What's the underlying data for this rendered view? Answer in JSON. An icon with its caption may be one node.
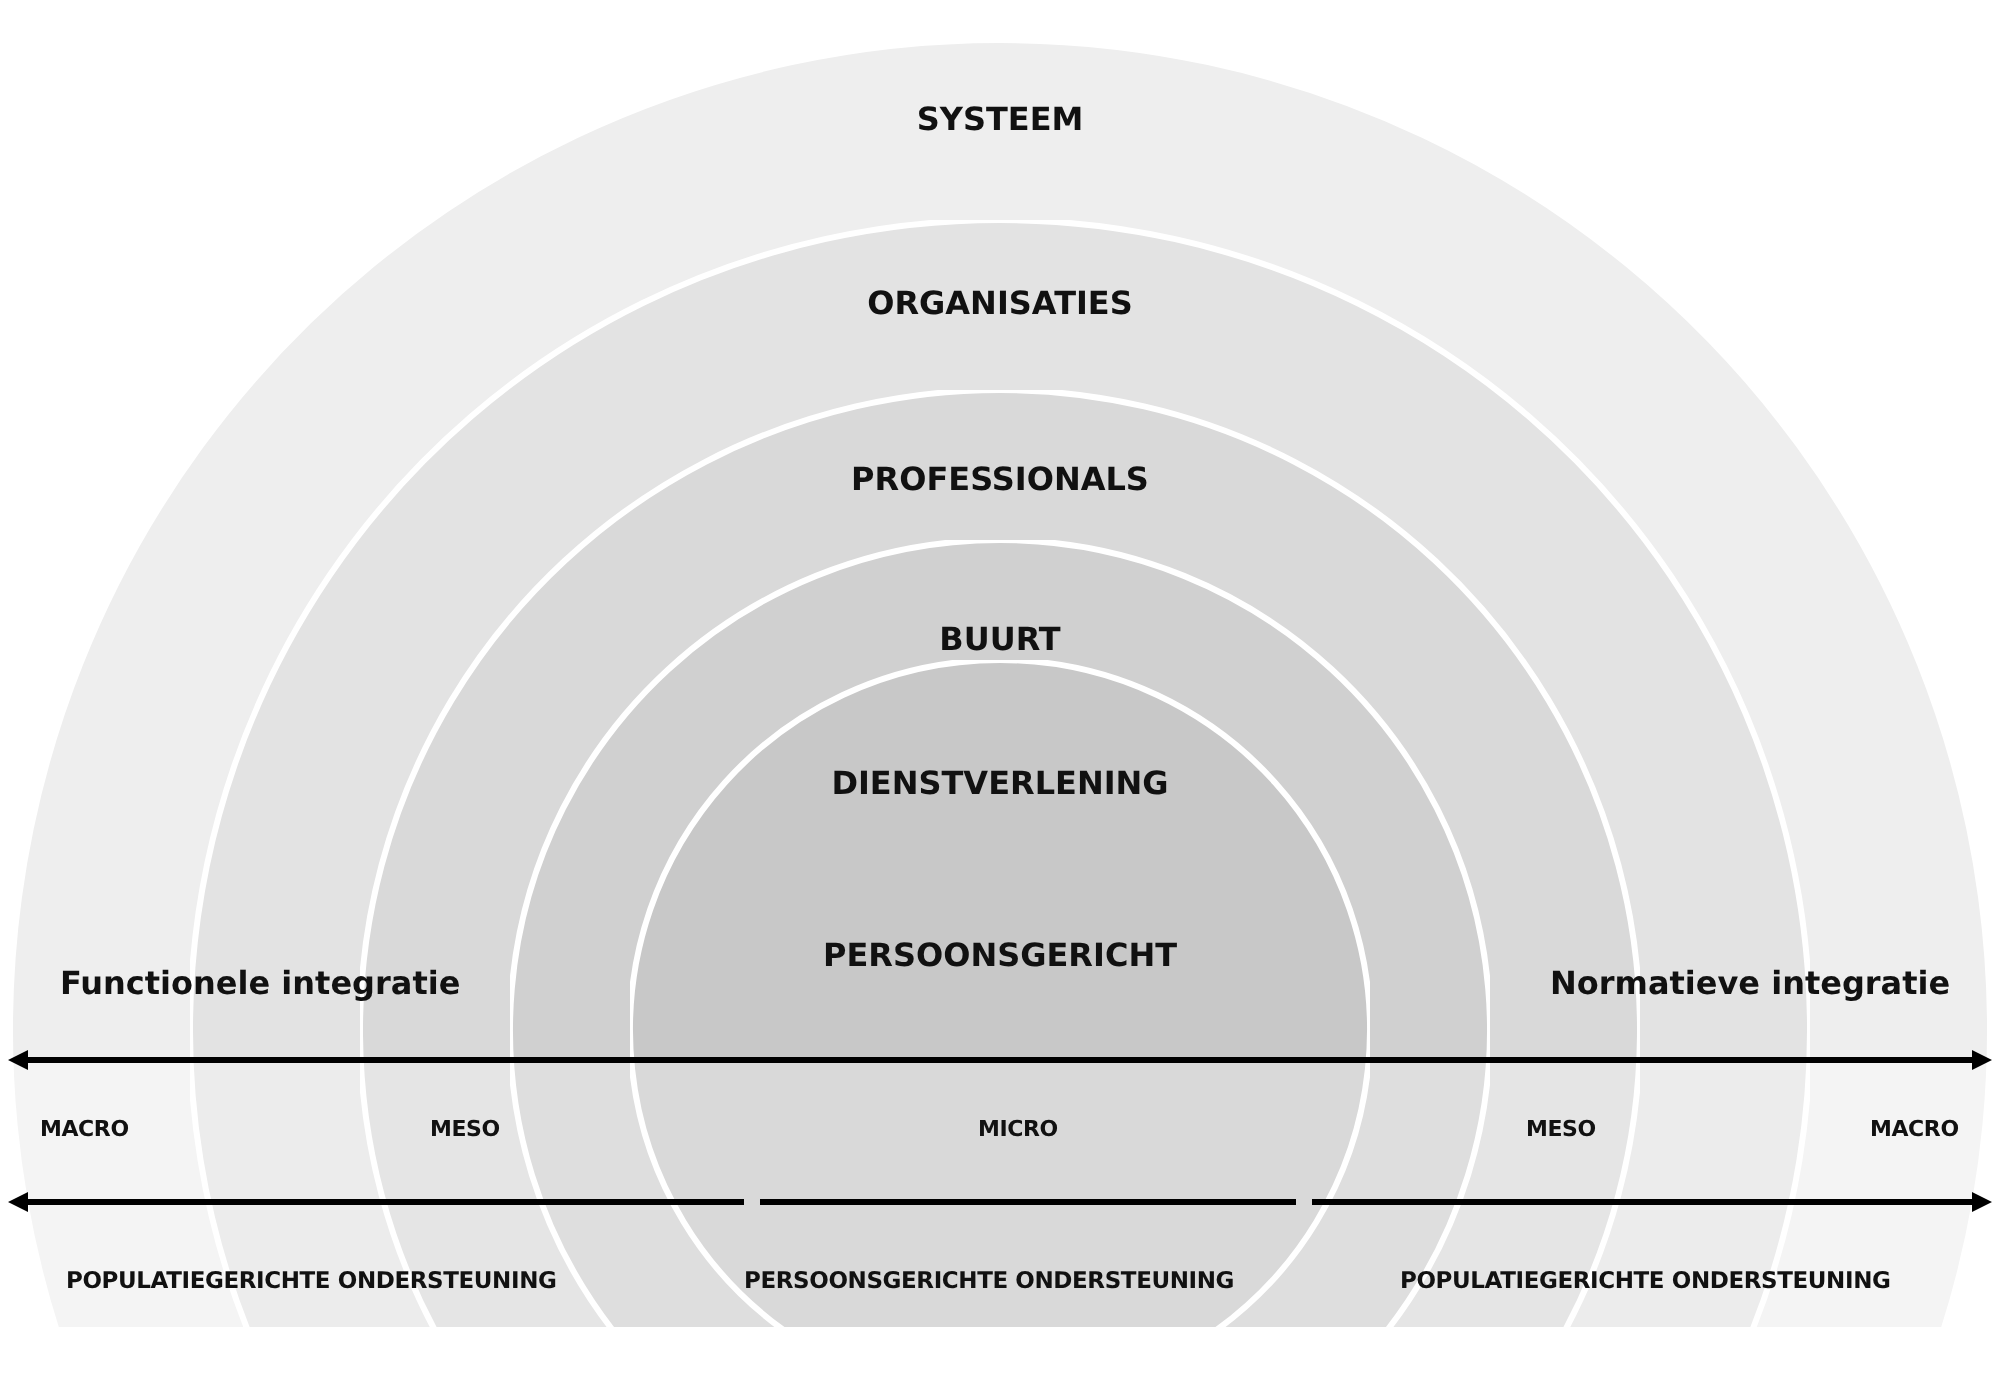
{
  "diagram": {
    "nodes": [
      {
        "text": [
          "SYSTEEM"
        ]
      },
      {
        "text": [
          "ORGANISATIES"
        ],
        "in": 0
      },
      {
        "text": [
          "PROFESSIONALS"
        ],
        "in": 1
      },
      {
        "text": [
          "BUURT"
        ],
        "in": 2
      },
      {
        "text": [
          "DIENSTVERLENING"
        ],
        "in": 3
      },
      {
        "text": [
          "PERSOONSGERICHT"
        ],
        "in": 4
      }
    ],
    "edges": [],
    "labels": [
      "Functionele integratie",
      "Normatieve integratie",
      "MACRO",
      "MESO",
      "MICRO",
      "MESO",
      "MACRO",
      "POPULATIEGERICHTE ONDERSTEUNING",
      "PERSOONSGERICHTE ONDERSTEUNING",
      "POPULATIEGERICHTE ONDERSTEUNING"
    ]
  }
}
